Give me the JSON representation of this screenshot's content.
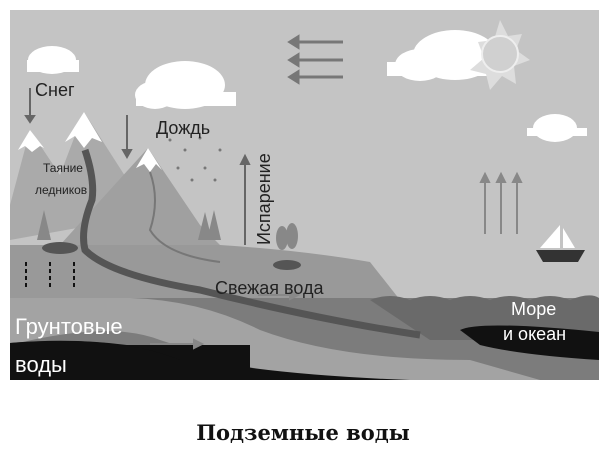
{
  "diagram": {
    "labels": {
      "snow": "Снег",
      "rain": "Дождь",
      "glacier_melt_line1": "Таяние",
      "glacier_melt_line2": "ледников",
      "evaporation": "Испарение",
      "fresh_water": "Свежая вода",
      "groundwater_line1": "Грунтовые",
      "groundwater_line2": "воды",
      "sea_line1": "Море",
      "sea_line2": "и океан"
    },
    "caption": "Подземные воды",
    "colors": {
      "sky": "#c4c4c4",
      "mountain": "#a6a6a6",
      "snowcap": "#ffffff",
      "land": "#999999",
      "soil": "#7c7c7c",
      "fresh_water_band": "#a3a3a3",
      "river": "#555555",
      "ocean": "#6a6a6a",
      "groundwater": "#111111"
    }
  }
}
